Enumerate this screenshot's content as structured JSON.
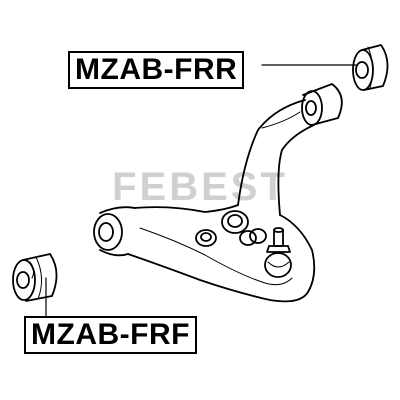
{
  "parts": {
    "rear_bushing_code": "MZAB-FRR",
    "front_bushing_code": "MZAB-FRF"
  },
  "watermark": {
    "text": "FEBEST",
    "color": "#d0d0d0"
  },
  "colors": {
    "line": "#000000",
    "background": "#ffffff"
  },
  "components": {
    "rear_bushing": "bushing-icon",
    "front_bushing": "bushing-icon",
    "control_arm": "control-arm-icon",
    "ball_joint": "ball-joint-icon"
  }
}
